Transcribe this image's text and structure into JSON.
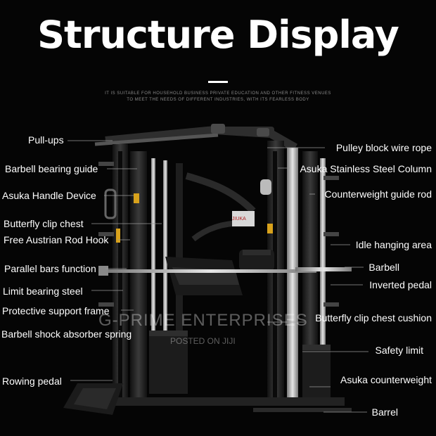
{
  "header": {
    "title": "Structure Display",
    "subtitle_line1": "IT IS SUITABLE FOR HOUSEHOLD BUSINESS PRIVATE EDUCATION AND OTHER FITNESS VENUES",
    "subtitle_line2": "TO MEET THE NEEDS OF DIFFERENT INDUSTRIES, WITH ITS FEARLESS BODY"
  },
  "labels_left": [
    "Pull-ups",
    "Barbell bearing guide",
    "Asuka Handle Device",
    "Butterfly clip chest",
    "Free Austrian Rod Hook",
    "Parallel bars function",
    "Limit bearing steel",
    "Protective support frame",
    "Barbell shock absorber spring",
    "Rowing pedal"
  ],
  "labels_right": [
    "Pulley block wire rope",
    "Asuka Stainless Steel Column",
    "Counterweight guide rod",
    "Idle hanging area",
    "Barbell",
    "Inverted pedal",
    "Butterfly clip chest cushion",
    "Safety limit",
    "Asuka counterweight",
    "Barrel"
  ],
  "watermark": {
    "brand": "G-PRIME ENTERPRISES",
    "posted": "POSTED ON JIJI"
  },
  "machine_plate_text": "JIUKA",
  "colors": {
    "background": "#050505",
    "text": "#ffffff",
    "frame": "#2b2b2b",
    "steel": "#bdbdbd",
    "accent": "#d8a21c"
  }
}
